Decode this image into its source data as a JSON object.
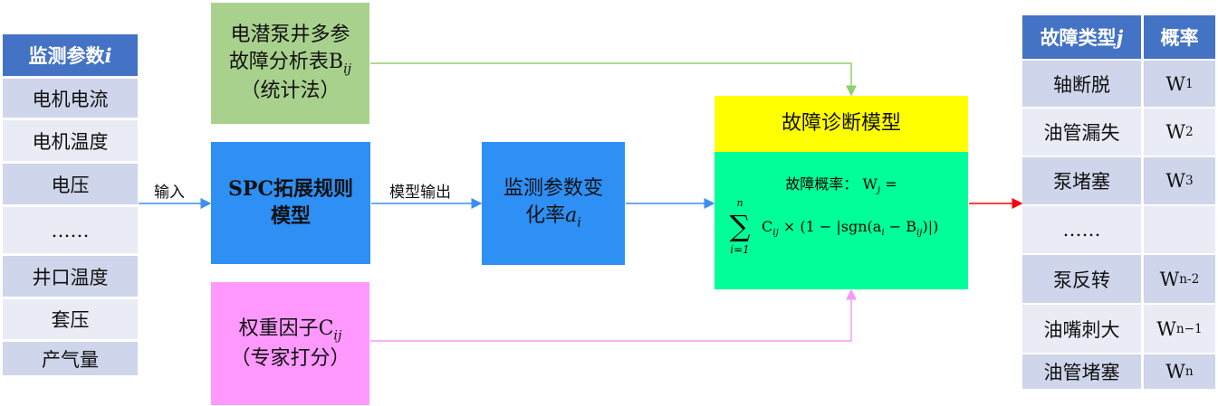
{
  "left_table": {
    "header": "监测参数",
    "header_var": "i",
    "rows": [
      "电机电流",
      "电机温度",
      "电压",
      "……",
      "井口温度",
      "套压",
      "产气量"
    ]
  },
  "right_table": {
    "header_type": "故障类型",
    "header_var": "j",
    "header_prob": "概率",
    "rows": [
      {
        "type": "轴断脱",
        "prob": "W",
        "sub": "1"
      },
      {
        "type": "油管漏失",
        "prob": "W",
        "sub": "2"
      },
      {
        "type": "泵堵塞",
        "prob": "W",
        "sub": "3"
      },
      {
        "type": "……",
        "prob": "",
        "sub": ""
      },
      {
        "type": "泵反转",
        "prob": "W",
        "sub": "n-2"
      },
      {
        "type": "油嘴刺大",
        "prob": "W",
        "sub": "n−1"
      },
      {
        "type": "油管堵塞",
        "prob": "W",
        "sub": "n"
      }
    ]
  },
  "boxes": {
    "table_line1": "电潜泵井多参",
    "table_line2": "故障分析表B",
    "table_sub": "ij",
    "table_line3": "（统计法）",
    "spc_line1": "SPC拓展规则",
    "spc_line2": "模型",
    "weight_line1": "权重因子C",
    "weight_sub": "ij",
    "weight_line2": "（专家打分）",
    "rate_line1": "监测参数变",
    "rate_line2": "化率",
    "rate_var": "a",
    "rate_sub": "i",
    "model_title": "故障诊断模型",
    "formula_label": "故障概率：",
    "formula_lhs": "W",
    "formula_lhs_sub": "j",
    "formula_eq": "=",
    "sum_top": "n",
    "sum_bottom": "i=1",
    "formula_body": "C",
    "formula_body_sub": "ij",
    "formula_rest": " × (1 − |sgn(a",
    "formula_ai_sub": "i",
    "formula_minus": " − B",
    "formula_b_sub": "ij",
    "formula_end": ")|)"
  },
  "arrows": {
    "input": "输入",
    "model_output": "模型输出"
  },
  "colors": {
    "header": "#4472c4",
    "green_box": "#a9d18e",
    "blue_box": "#2e8ff5",
    "pink_box": "#ff99ff",
    "yellow": "#ffff00",
    "model_green": "#00ff99",
    "red_arrow": "#ff0000"
  }
}
